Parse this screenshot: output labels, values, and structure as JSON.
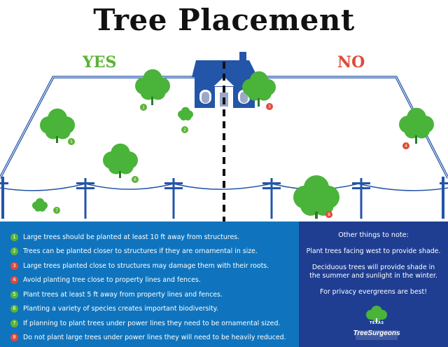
{
  "title": "Tree Placement",
  "yes_label": "YES",
  "no_label": "NO",
  "colors": {
    "yes_green": "#5bb335",
    "no_red": "#e04a3a",
    "tree_green": "#4ab33a",
    "panel_blue": "#0f74bd",
    "panel_navy": "#1f3e92",
    "house_blue": "#2355a8"
  },
  "tree_markers": [
    "1",
    "2",
    "3",
    "4",
    "5",
    "6",
    "7",
    "8"
  ],
  "rules": [
    {
      "num": "1",
      "status": "good",
      "text": "Large trees should be planted at least 10 ft away from structures."
    },
    {
      "num": "2",
      "status": "good",
      "text": "Trees can be planted closer to structures if they are ornamental in size."
    },
    {
      "num": "3",
      "status": "bad",
      "text": "Large trees planted close to structures may damage them with their roots."
    },
    {
      "num": "4",
      "status": "bad",
      "text": "Avoid planting tree close to property lines and fences."
    },
    {
      "num": "5",
      "status": "good",
      "text": "Plant trees at least 5 ft away from property lines and fences."
    },
    {
      "num": "6",
      "status": "good",
      "text": "Planting a variety of species creates important biodiversity."
    },
    {
      "num": "7",
      "status": "good",
      "text": "If planning to plant trees under power lines they need to be ornamental sized."
    },
    {
      "num": "8",
      "status": "bad",
      "text": "Do not plant large trees under power lines they will need to be heavily reduced."
    }
  ],
  "notes": {
    "heading": "Other things to note:",
    "items": [
      "Plant trees facing west to provide shade.",
      "Deciduous trees will provide shade in the summer and sunlight in the winter.",
      "For privacy evergreens are best!"
    ]
  },
  "logo": {
    "small_text": "TEXAS",
    "name": "TreeSurgeons"
  }
}
